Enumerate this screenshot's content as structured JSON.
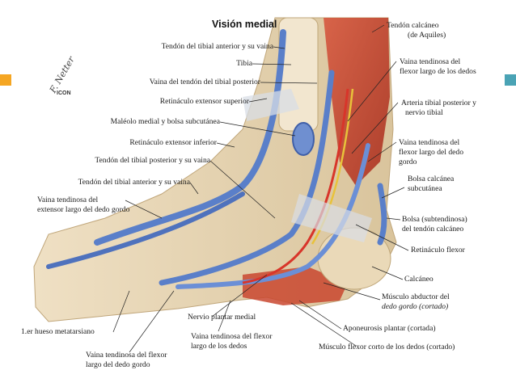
{
  "title": "Visión medial",
  "signature": "F. Netter",
  "badge": "ICON",
  "accent_color": "#f5a623",
  "accent_right_color": "#4aa3b5",
  "labels": {
    "left": [
      "Tendón del tibial anterior y su vaina",
      "Tibia",
      "Vaina del tendón del tibial posterior",
      "Retináculo extensor superior",
      "Maléolo medial y bolsa subcutánea",
      "Retináculo extensor inferior",
      "Tendón del tibial posterior y su vaina",
      "Tendón del tibial anterior y su vaina",
      "Vaina tendinosa del",
      "extensor largo del dedo gordo",
      "1.er hueso metatarsiano"
    ],
    "right": [
      "Tendón calcáneo",
      "(de Aquiles)",
      "Vaina tendinosa del",
      "flexor largo de los dedos",
      "Arteria tibial posterior y",
      "nervio tibial",
      "Vaina tendinosa del",
      "flexor largo del dedo",
      "gordo",
      "Bolsa calcánea",
      "subcutánea",
      "Bolsa (subtendinosa)",
      "del tendón calcáneo",
      "Retináculo flexor",
      "Calcáneo",
      "Músculo abductor del",
      "dedo gordo (cortado)",
      "Aponeurosis plantar (cortada)",
      "Músculo flexor corto de los dedos (cortado)"
    ],
    "bottom": [
      "Nervio plantar medial",
      "Vaina tendinosa del flexor",
      "largo de los dedos",
      "Vaina tendinosa del flexor",
      "largo del dedo gordo"
    ]
  }
}
